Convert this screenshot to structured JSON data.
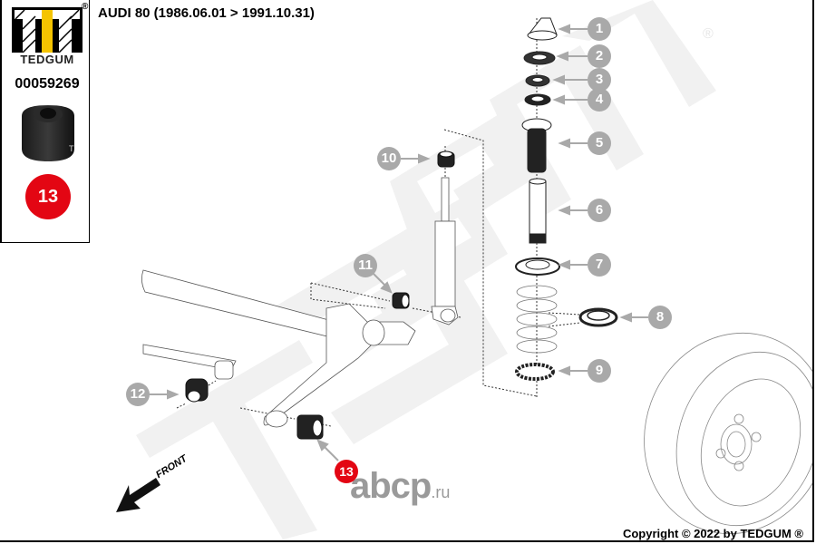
{
  "header": {
    "title": "AUDI 80 (1986.06.01 > 1991.10.31)"
  },
  "sidebar": {
    "brand": "TEDGUM",
    "registered_mark": "®",
    "part_number": "00059269",
    "selected_callout": "13",
    "logo_colors": {
      "black": "#000000",
      "yellow": "#f5c400"
    }
  },
  "diagram": {
    "watermark_text": "TEDGUM",
    "watermark_registered": "®",
    "front_label": "FRONT",
    "callouts": [
      {
        "number": "1",
        "part": "strut-top-cap"
      },
      {
        "number": "2",
        "part": "strut-mount"
      },
      {
        "number": "3",
        "part": "bump-washer"
      },
      {
        "number": "4",
        "part": "spacer-washer"
      },
      {
        "number": "5",
        "part": "bump-stop-bellows"
      },
      {
        "number": "6",
        "part": "dust-tube"
      },
      {
        "number": "7",
        "part": "spring-seat"
      },
      {
        "number": "8",
        "part": "bearing"
      },
      {
        "number": "9",
        "part": "spring-pad"
      },
      {
        "number": "10",
        "part": "shock-bush"
      },
      {
        "number": "11",
        "part": "shock-lower-bush"
      },
      {
        "number": "12",
        "part": "axle-mount-bush"
      },
      {
        "number": "13",
        "part": "trailing-arm-bush",
        "highlighted": true
      }
    ],
    "callout_color": "#a9a9a9",
    "highlight_color": "#e30613"
  },
  "overlay": {
    "site_main": "abcp",
    "site_tld": ".ru"
  },
  "footer": {
    "copyright": "Copyright © 2022 by TEDGUM ®"
  }
}
